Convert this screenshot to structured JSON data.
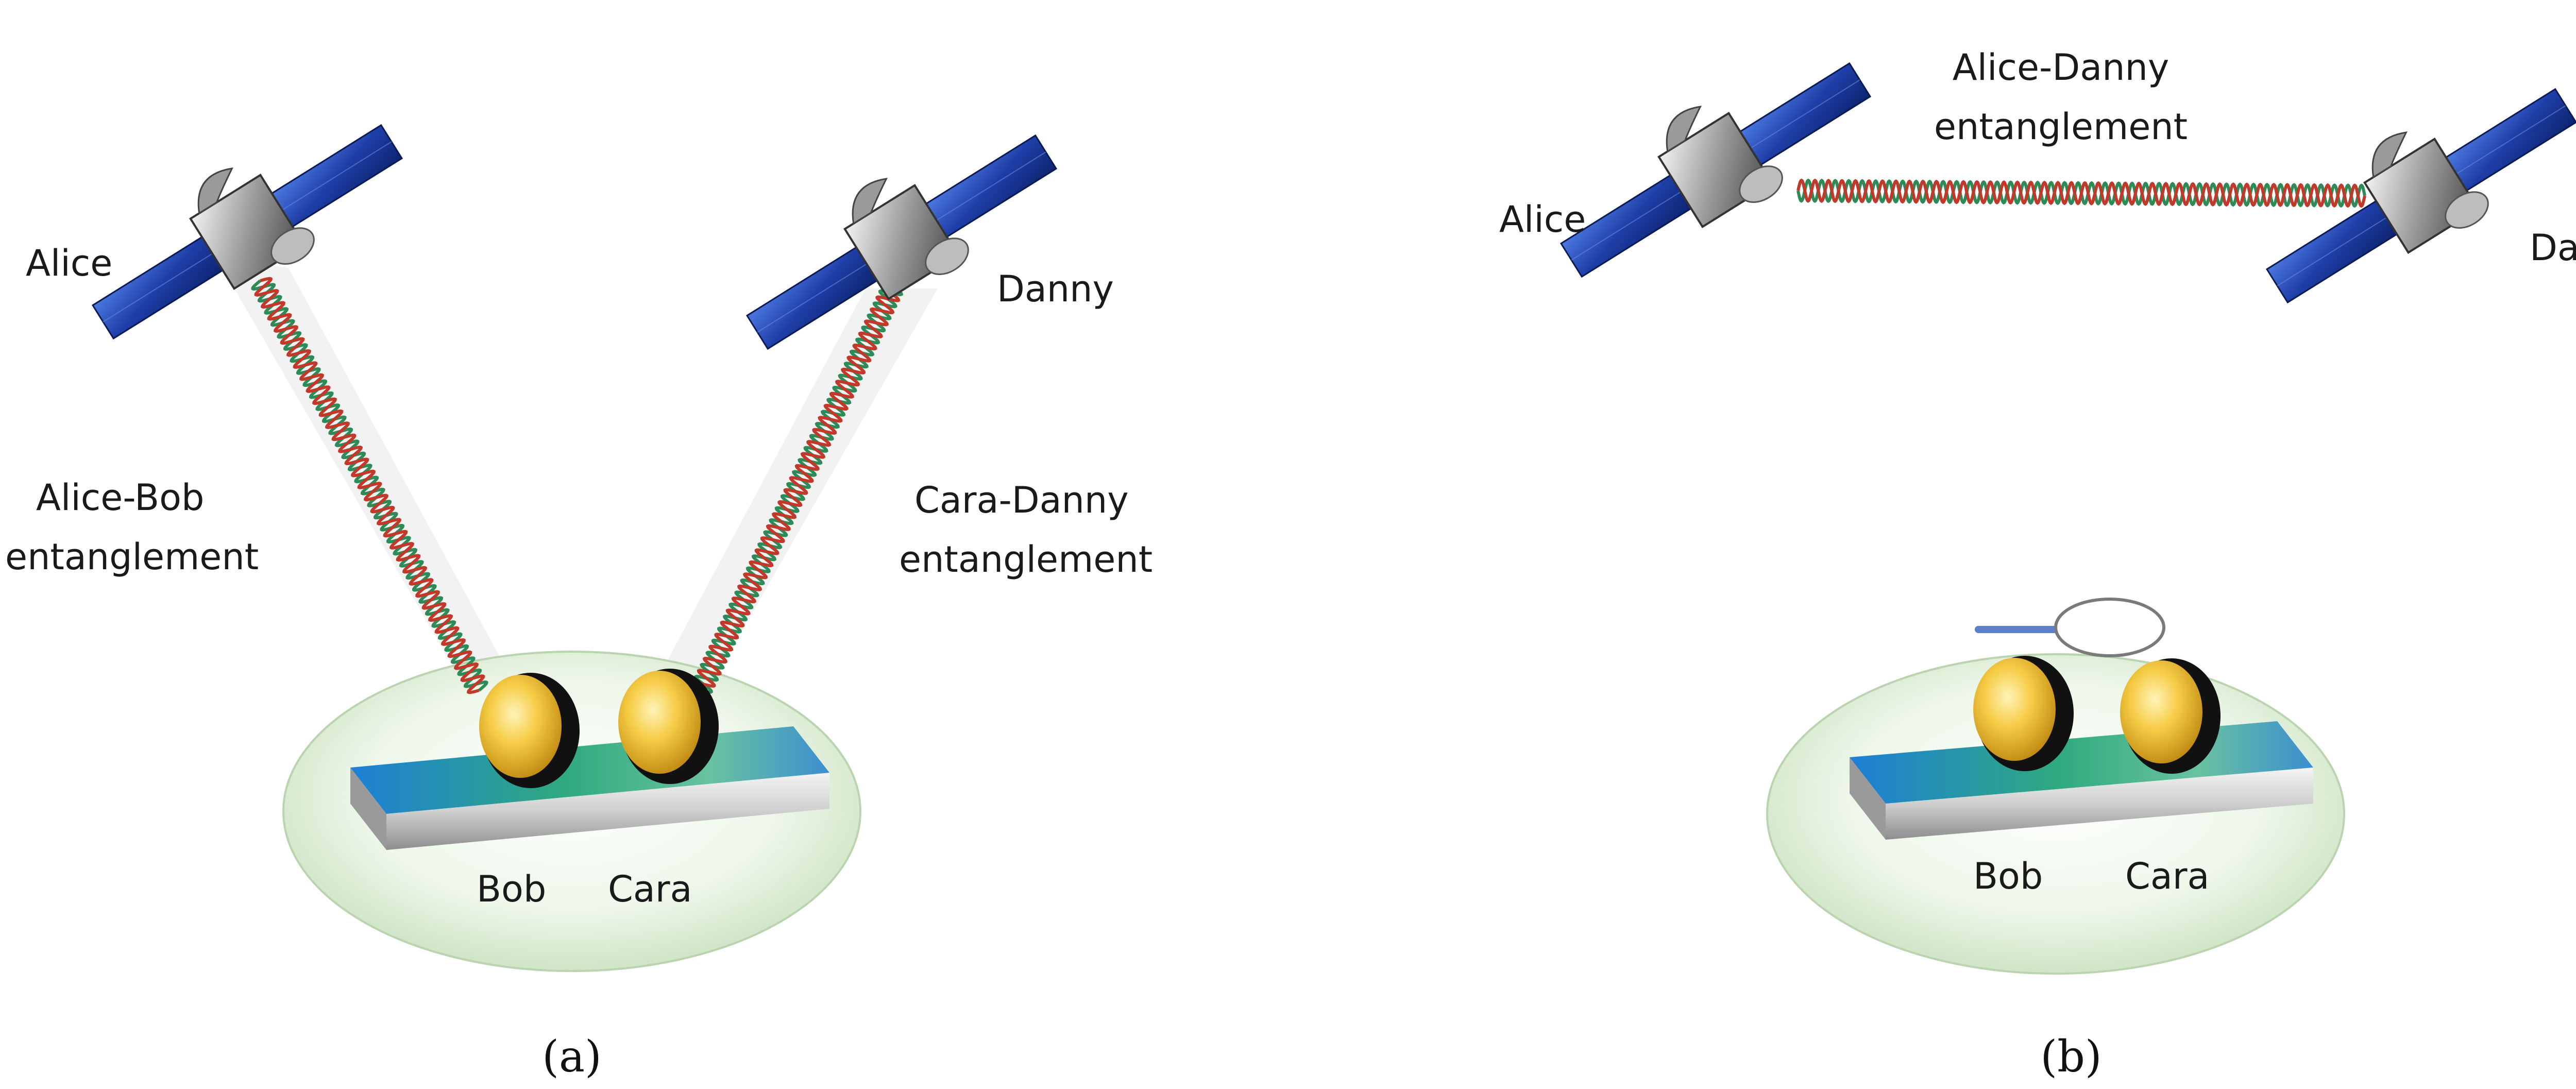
{
  "panel_a": {
    "caption": "(a)",
    "satellites": {
      "left": "Alice",
      "right": "Danny"
    },
    "entanglements": {
      "left": {
        "line1": "Alice-Bob",
        "line2": "entanglement"
      },
      "right": {
        "line1": "Cara-Danny",
        "line2": "entanglement"
      }
    },
    "chip_labels": {
      "left": "Bob",
      "right": "Cara"
    }
  },
  "panel_b": {
    "caption": "(b)",
    "satellites": {
      "left": "Alice",
      "right": "Danny"
    },
    "entanglement": {
      "line1": "Alice-Danny",
      "line2": "entanglement"
    },
    "chip_labels": {
      "left": "Bob",
      "right": "Cara"
    }
  },
  "colors": {
    "spring_red": "#c0392b",
    "spring_green": "#2e8b57",
    "panel_blue": "#1f3fa8",
    "disk_gold": "#f3c33a",
    "bubble": "#e7f3e2"
  },
  "icons": [
    "satellite-icon",
    "entanglement-spring-icon",
    "qubit-disk-icon",
    "chip-platform-icon",
    "magnifier-icon"
  ]
}
